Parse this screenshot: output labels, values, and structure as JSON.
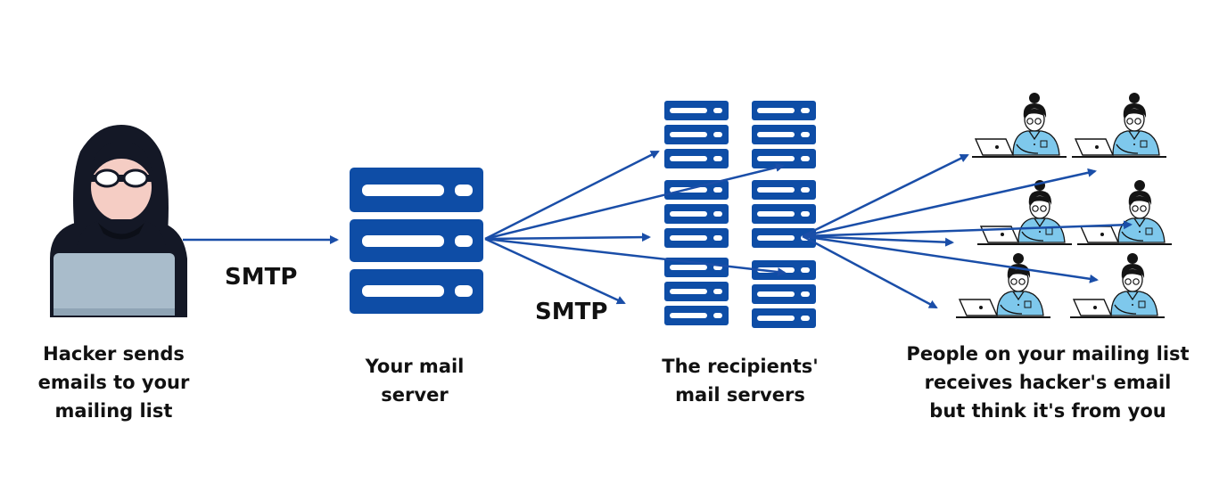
{
  "labels": {
    "hacker": "Hacker sends\nemails to your\nmailing list",
    "your_server": "Your mail\nserver",
    "recipient_servers": "The recipients'\nmail servers",
    "people": "People on your mailing list\nreceives hacker's email\nbut think it's from you"
  },
  "protocols": {
    "first": "SMTP",
    "second": "SMTP"
  },
  "colors": {
    "server_blue": "#0e4da6",
    "arrow_blue": "#1a4ea8",
    "person_shirt": "#7ec8ec",
    "hacker_dark": "#141826",
    "laptop_grey": "#a9bccb",
    "skin": "#f5cdc4"
  },
  "icons": {
    "hacker": "hacker-icon",
    "server": "server-rack-icon",
    "recipient": "person-at-laptop-icon"
  }
}
